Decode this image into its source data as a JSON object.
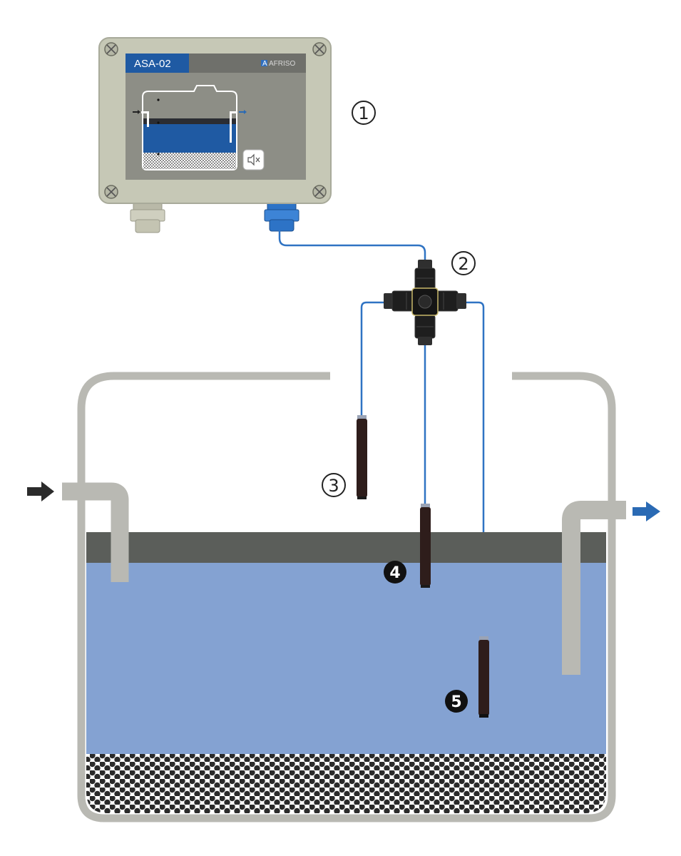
{
  "device": {
    "model_label": "ASA-02",
    "brand_mark": "A",
    "brand_name": "AFRISO",
    "mute_button_icon": "speaker-muted-icon"
  },
  "callouts": [
    {
      "id": "control-unit",
      "label": "1",
      "style": "outline"
    },
    {
      "id": "junction-connector",
      "label": "2",
      "style": "outline"
    },
    {
      "id": "probe-upper",
      "label": "3",
      "style": "outline"
    },
    {
      "id": "probe-middle",
      "label": "4",
      "style": "filled"
    },
    {
      "id": "probe-lower",
      "label": "5",
      "style": "filled"
    }
  ],
  "colors": {
    "housing": "#c6c8b6",
    "display_blue": "#1f5aa3",
    "cable_blue": "#2f73c3",
    "tank_wall": "#b9b9b3",
    "water": "#84a2d2",
    "oil_layer": "#5b5e5a",
    "sediment_dots": "#2a2a2a",
    "probe": "#2e1d1b",
    "inlet_arrow": "#2b2b2b",
    "outlet_arrow": "#2a6ab4"
  },
  "icons": {
    "inlet": "arrow-right-icon",
    "outlet": "arrow-right-icon"
  }
}
